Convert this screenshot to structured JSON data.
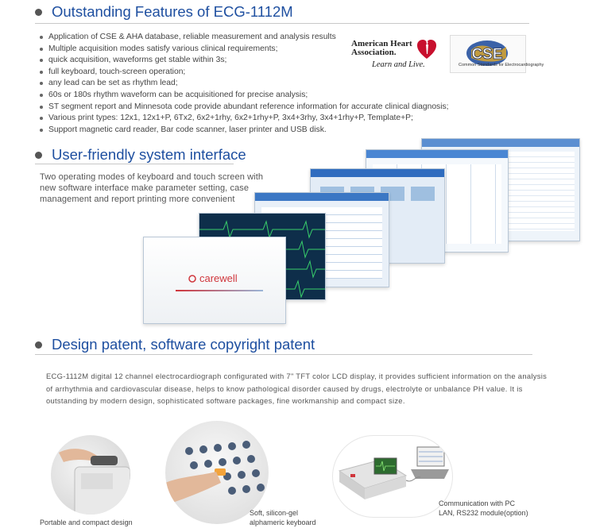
{
  "section1": {
    "title": "Outstanding Features of ECG-1112M"
  },
  "features": [
    "Application of CSE & AHA database, reliable measurement and analysis results",
    "Multiple acquisition modes satisfy various clinical requirements;",
    "quick acquisition, waveforms get stable within 3s;",
    "full keyboard, touch-screen operation;",
    "any lead can be set as rhythm lead;",
    "60s or 180s rhythm waveform can be acquisitioned for precise analysis;",
    "ST segment report and Minnesota code provide abundant reference information for accurate clinical diagnosis;",
    "Various print types: 12x1, 12x1+P, 6Tx2, 6x2+1rhy, 6x2+1rhy+P, 3x4+3rhy, 3x4+1rhy+P, Template+P;",
    "Support magnetic card reader, Bar code scanner, laser printer and USB disk."
  ],
  "logos": {
    "aha_line1": "American Heart",
    "aha_line2": "Association.",
    "aha_tagline": "Learn and Live.",
    "cse_mark": "CSE",
    "cse_sub": "Common Standards for Electrocardiography"
  },
  "section2": {
    "title": "User-friendly system interface",
    "description": "Two operating modes of keyboard and touch screen with new software interface make parameter setting, case management and report printing more convenient"
  },
  "brand": {
    "name": "carewell"
  },
  "section3": {
    "title": "Design patent, software copyright patent",
    "paragraph": "ECG-1112M digital 12 channel electrocardiograph configurated with 7\" TFT color LCD display, it provides sufficient information on the analysis of arrhythmia and cardiovascular disease, helps to know pathological disorder caused by drugs, electrolyte or unbalance PH value. It is outstanding by modern design, sophisticated software packages, fine workmanship and  compact size."
  },
  "captions": {
    "portable": "Portable and compact design",
    "keyboard_line1": "Soft, silicon-gel",
    "keyboard_line2": "alphameric keyboard",
    "comm_line1": "Communication with PC",
    "comm_line2": "LAN, RS232  module(option)"
  },
  "colors": {
    "heading": "#1e4fa0",
    "aha_red": "#c8102e",
    "brand_red": "#d0363c"
  }
}
